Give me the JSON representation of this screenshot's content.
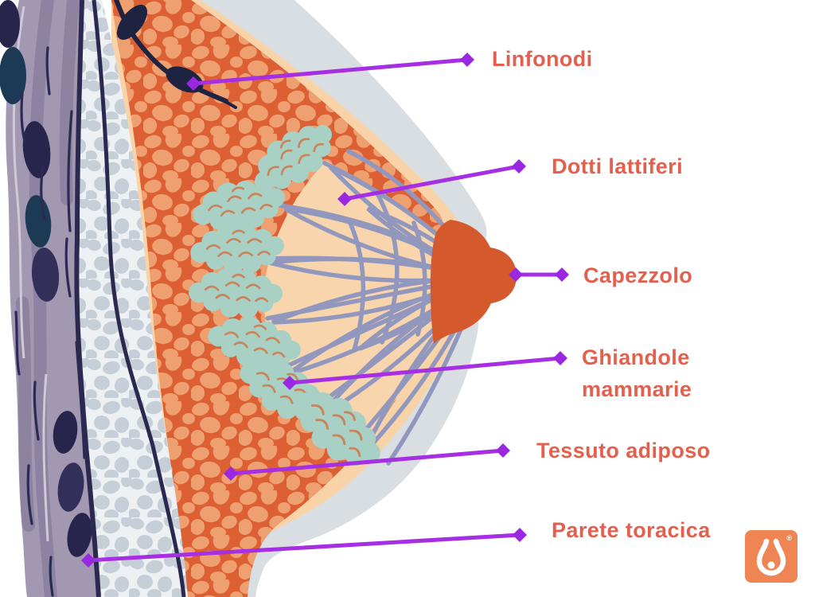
{
  "diagram": {
    "labels": [
      {
        "id": "linfonodi",
        "text": "Linfonodi"
      },
      {
        "id": "dotti-lattiferi",
        "text": "Dotti lattiferi"
      },
      {
        "id": "capezzolo",
        "text": "Capezzolo"
      },
      {
        "id": "ghiandole-mammarie",
        "text": "Ghiandole mammarie"
      },
      {
        "id": "tessuto-adiposo",
        "text": "Tessuto adiposo"
      },
      {
        "id": "parete-toracica",
        "text": "Parete toracica"
      }
    ],
    "colors": {
      "label_text": "#e4604e",
      "connector_line": "#a72fe3",
      "connector_diamond": "#9a28e0",
      "adipose_base": "#dd6034",
      "adipose_lobule": "#efa071",
      "mammary_gland": "#a9d0c4",
      "gland_detail": "#c8845a",
      "milk_duct": "#9298bd",
      "inner_fat": "#f8d5ac",
      "skin": "#d9dee3",
      "subcutaneous_band": "#f8d3a8",
      "muscle": "#a298b1",
      "rib": "#27254c",
      "nipple": "#d45a2d",
      "logo_background": "#ef8552"
    },
    "logo": {
      "registered_mark": "®"
    }
  }
}
